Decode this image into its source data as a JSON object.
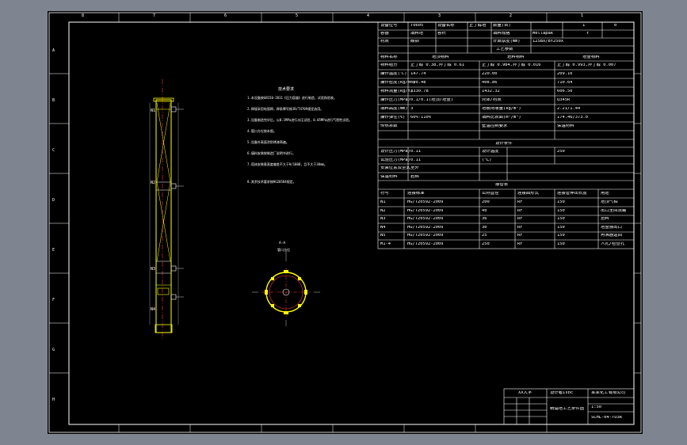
{
  "notes": {
    "title": "技术要求",
    "lines": [
      "1.本设备按GB150-2011《压力容器》进行制造、试验和验收。",
      "2.焊接采用电弧焊，焊条牌号按JB/T4709规定选用。",
      "3.设备制造完毕后，以0.1MPa进行水压试验，0.05MPa进行气密性试验。",
      "4.管口方位按本图。",
      "5.设备外表面涂防锈漆两遍。",
      "6.填料安装按制造厂说明书进行。",
      "7.塔体安装垂直度偏差不大于H/1000，且不大于30mm。",
      "8.其余技术要求按HG20584规定。"
    ]
  },
  "section": {
    "title": "A-A",
    "subtitle": "管口方位"
  },
  "column_labels": [
    "N1",
    "N2",
    "N3",
    "N4"
  ],
  "ruler": {
    "top": [
      "8",
      "7",
      "6",
      "5",
      "4",
      "3",
      "2",
      "1"
    ],
    "left": [
      "A",
      "B",
      "C",
      "D",
      "E",
      "F",
      "G",
      "H"
    ]
  },
  "spec_table": {
    "header": [
      [
        "设备位号",
        "T0605",
        "设备名称",
        "正丁醇塔",
        "数量(台)",
        "1",
        "0"
      ],
      [
        "容器",
        "填料塔",
        "容积",
        "",
        "填料规格",
        "Mellapak",
        "Y"
      ],
      [
        "材质",
        "碳钢",
        "",
        "",
        "计算厚度(mm)",
        "125BX/BY250X",
        ""
      ]
    ],
    "section_title": "工艺参数",
    "col_headers": [
      "物料名称",
      "塔顶物料",
      "进料物料",
      "塔釜物料"
    ],
    "rows": [
      [
        "物料组分",
        "正丁醇 0.38,异丁醇 0.61",
        "正丁醇 0.984,异丁醇 0.016",
        "正丁醇 0.993,异丁醇 0.007"
      ],
      [
        "操作温度(℃)",
        "147.74",
        "220.00",
        "209.10"
      ],
      [
        "操作密度(kg/m³)",
        "600.48",
        "408.86",
        "710.64"
      ],
      [
        "物料流量(kg/h)",
        "3330.78",
        "1432.32",
        "606.50"
      ],
      [
        "操作压力(MPa)",
        "0.1/0.1(塔顶/塔釜)",
        "壳体/材质",
        "Q345R"
      ],
      [
        "填料高度(mm)",
        "3",
        "塔板持液量(kg/m²)",
        "2.21/1.44"
      ],
      [
        "操作弹性(%)",
        "60%-110%",
        "填料比表面(m²/m³)",
        "174.46/373.0"
      ],
      [
        "传热系数",
        "",
        "壁温控制要求",
        "保温材料"
      ]
    ],
    "design_title": "设计条件",
    "design_rows": [
      [
        "设计压力(MPa)",
        "0.11",
        "设计温度",
        "250"
      ],
      [
        "试验压力(MPa)",
        "0.11",
        "(℃)",
        ""
      ],
      [
        "安装位置及型式",
        "室外",
        "",
        " "
      ],
      [
        "保温材料",
        "岩棉",
        "",
        ""
      ]
    ],
    "nozzle_title": "接管表",
    "nozzle_headers": [
      "符号",
      "连接标准",
      "公称直径",
      "连接面形式",
      "连接管伸出长度",
      "用途"
    ],
    "nozzles": [
      [
        "N1",
        "HG/T20592-2009",
        "200",
        "RF",
        "150",
        "塔顶气相"
      ],
      [
        "N2",
        "HG/T20592-2009",
        "40",
        "RF",
        "150",
        "出口至回流罐"
      ],
      [
        "N3",
        "HG/T20592-2009",
        "36",
        "RF",
        "150",
        "进料"
      ],
      [
        "N4",
        "HG/T20592-2009",
        "30",
        "RF",
        "150",
        "塔釜液出口"
      ],
      [
        "N5",
        "HG/T20592-2009",
        "25",
        "RF",
        "150",
        "再沸器返回"
      ],
      [
        "M1-4",
        "HG/T20592-2009",
        "250",
        "RF",
        "150",
        "人孔/检查孔"
      ]
    ]
  },
  "title_block": {
    "university": "XX大学",
    "designer": "设计者Isbc",
    "drawing_title": "精馏塔工艺条件图",
    "company": "某某化工有限公司",
    "drawing_no": "SCHL-04-TO3R",
    "scale": "1:50"
  }
}
